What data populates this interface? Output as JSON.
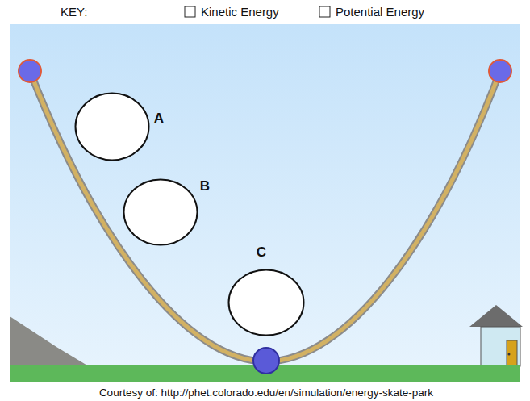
{
  "diagram": {
    "caption": "Courtesy of: http://phet.colorado.edu/en/simulation/energy-skate-park",
    "nodes": [
      {
        "text": [
          "A"
        ]
      },
      {
        "text": [
          "B"
        ]
      },
      {
        "text": [
          "C"
        ]
      }
    ],
    "labels": [
      "KEY:"
    ],
    "legend": [
      {
        "text": "Kinetic Energy"
      },
      {
        "text": "Potential Energy"
      }
    ]
  }
}
